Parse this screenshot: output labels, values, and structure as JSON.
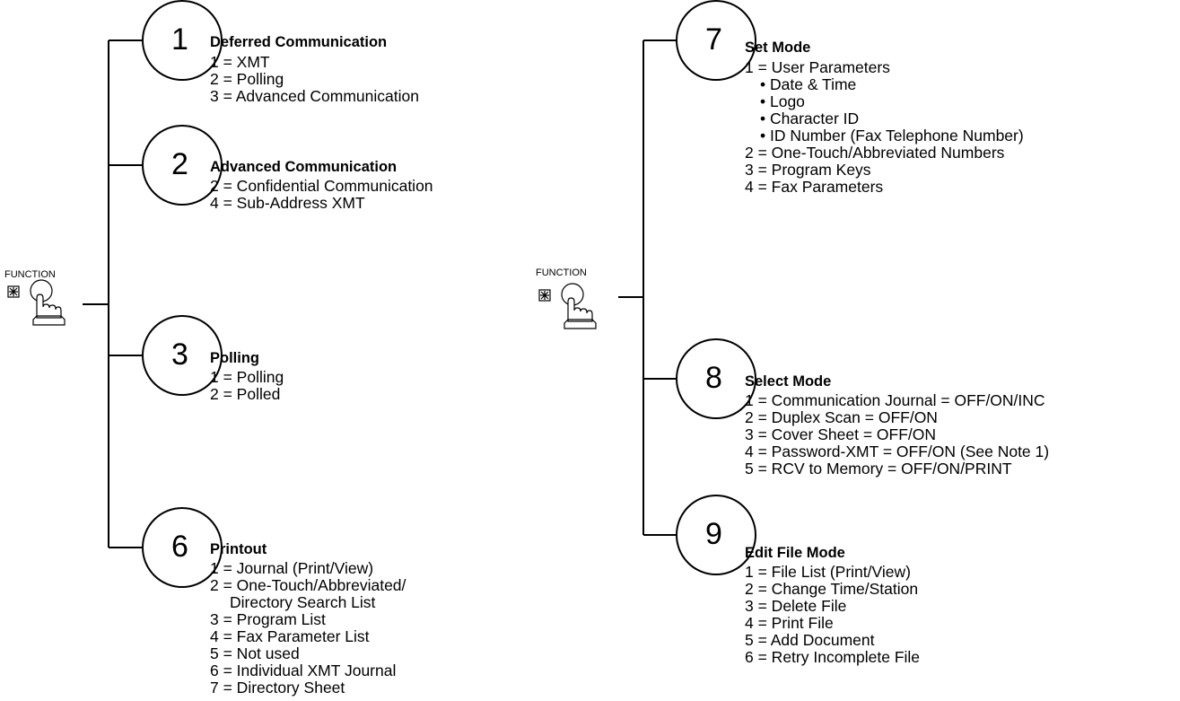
{
  "function_label": "FUNCTION",
  "left": {
    "modes": [
      {
        "number": "1",
        "title": "Deferred Communication",
        "items": [
          "1 = XMT",
          "2 = Polling",
          "3 = Advanced Communication"
        ]
      },
      {
        "number": "2",
        "title": "Advanced Communication",
        "items": [
          "2 = Confidential Communication",
          "4 = Sub-Address XMT"
        ]
      },
      {
        "number": "3",
        "title": "Polling",
        "items": [
          "1 = Polling",
          "2 = Polled"
        ]
      },
      {
        "number": "6",
        "title": "Printout",
        "items": [
          "1 = Journal (Print/View)",
          "2 = One-Touch/Abbreviated/",
          "Directory Search List",
          "3 = Program List",
          "4 = Fax Parameter List",
          "5 = Not used",
          "6 = Individual XMT Journal",
          "7 = Directory Sheet"
        ]
      }
    ]
  },
  "right": {
    "modes": [
      {
        "number": "7",
        "title": "Set Mode",
        "items": [
          "1 = User Parameters",
          "• Date & Time",
          "• Logo",
          "• Character ID",
          "• ID Number (Fax Telephone Number)",
          "2 = One-Touch/Abbreviated Numbers",
          "3 = Program Keys",
          "4 = Fax Parameters"
        ]
      },
      {
        "number": "8",
        "title": "Select Mode",
        "items": [
          "1 = Communication Journal = OFF/ON/INC",
          "2 = Duplex Scan = OFF/ON",
          "3 = Cover Sheet = OFF/ON",
          "4 = Password-XMT = OFF/ON (See Note 1)",
          "5 = RCV to Memory = OFF/ON/PRINT"
        ]
      },
      {
        "number": "9",
        "title": "Edit File Mode",
        "items": [
          "1 = File List (Print/View)",
          "2 = Change Time/Station",
          "3 = Delete File",
          "4 = Print File",
          "5 = Add Document",
          "6 = Retry Incomplete File"
        ]
      }
    ]
  }
}
